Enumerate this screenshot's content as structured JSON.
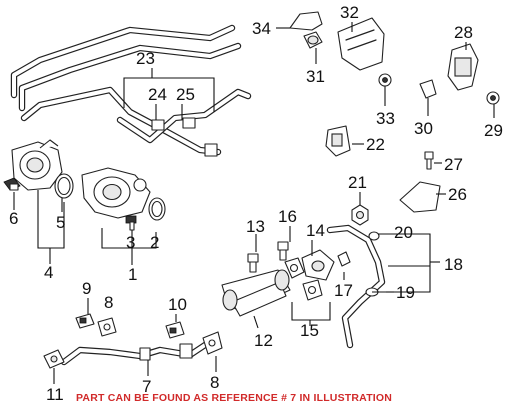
{
  "callouts": {
    "c1": "1",
    "c2": "2",
    "c3": "3",
    "c4": "4",
    "c5": "5",
    "c6": "6",
    "c7": "7",
    "c8a": "8",
    "c8b": "8",
    "c9": "9",
    "c10": "10",
    "c11": "11",
    "c12": "12",
    "c13": "13",
    "c14": "14",
    "c15": "15",
    "c16": "16",
    "c17": "17",
    "c18": "18",
    "c19": "19",
    "c20": "20",
    "c21": "21",
    "c22": "22",
    "c23": "23",
    "c24": "24",
    "c25": "25",
    "c26": "26",
    "c27": "27",
    "c28": "28",
    "c29": "29",
    "c30": "30",
    "c31": "31",
    "c32": "32",
    "c33": "33",
    "c34": "34"
  },
  "caption": "PART CAN BE FOUND AS REFERENCE # 7 IN ILLUSTRATION",
  "colors": {
    "caption": "#d12a2a",
    "ink": "#222222",
    "background": "#ffffff"
  }
}
